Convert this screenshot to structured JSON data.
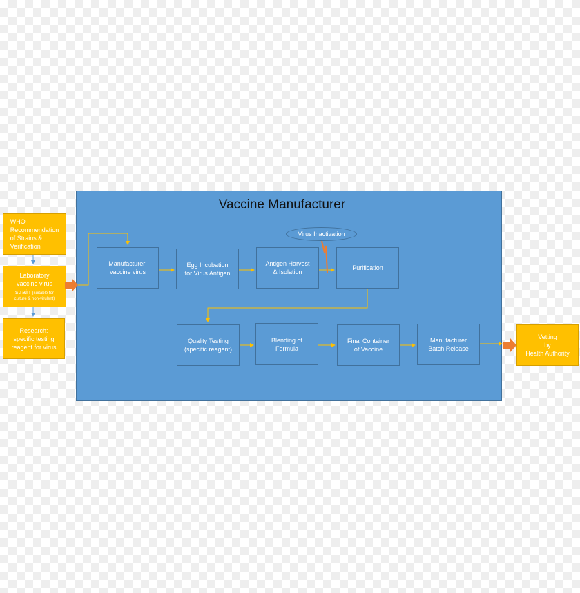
{
  "title": "Vaccine Manufacturer",
  "oval": "Virus Inactivation",
  "steps": {
    "manufacturer": [
      "Manufacturer:",
      "vaccine virus"
    ],
    "egg": [
      "Egg Incubation",
      "for Virus Antigen"
    ],
    "antigen": [
      "Antigen Harvest",
      "& Isolation"
    ],
    "purification": [
      "Purification"
    ],
    "quality": [
      "Quality Testing",
      "(specific reagent)"
    ],
    "blending": [
      "Blending of",
      "Formula"
    ],
    "final": [
      "Final Container",
      "of Vaccine"
    ],
    "batch": [
      "Manufacturer",
      "Batch Release"
    ]
  },
  "side": {
    "who": [
      "WHO",
      "Recommendation",
      "of Strains &",
      "Verification"
    ],
    "lab": [
      "Laboratory",
      "vaccine virus",
      "strain"
    ],
    "lab_note": [
      "(suitable for",
      "culture & non-virulent)"
    ],
    "research": [
      "Research:",
      "specific testing",
      "reagent for virus"
    ],
    "vetting": [
      "Vetting",
      "by",
      "Health Authority"
    ]
  },
  "colors": {
    "panel": "#5b9bd5",
    "box_border": "#41719c",
    "side": "#ffc000",
    "arrow": "#ffc000",
    "big_arrow": "#ed7d31",
    "link": "#5b9bd5"
  }
}
